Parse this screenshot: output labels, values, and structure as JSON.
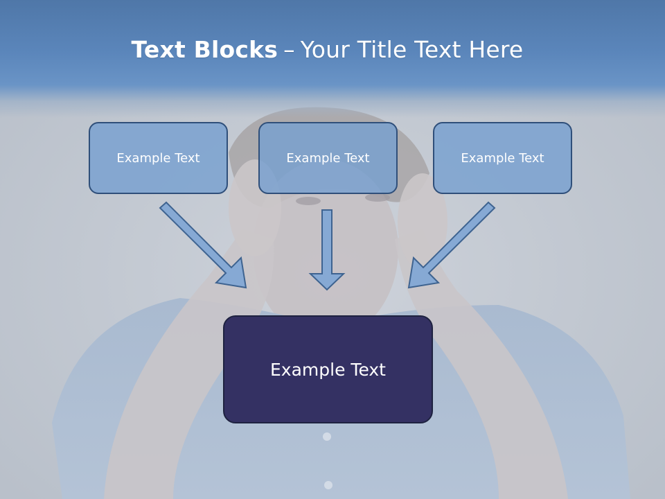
{
  "slide": {
    "title_bold": "Text Blocks",
    "title_separator": "–",
    "title_rest": "Your Title Text Here"
  },
  "diagram": {
    "blocks": [
      {
        "label": "Example Text"
      },
      {
        "label": "Example Text"
      },
      {
        "label": "Example Text"
      }
    ],
    "target": {
      "label": "Example Text"
    }
  },
  "colors": {
    "header_blue": "#5b86bb",
    "block_fill": "#7aa0d0",
    "block_border": "#2f4f7a",
    "target_fill": "#343163",
    "arrow_fill": "#86a9d4",
    "arrow_stroke": "#3e6390"
  }
}
